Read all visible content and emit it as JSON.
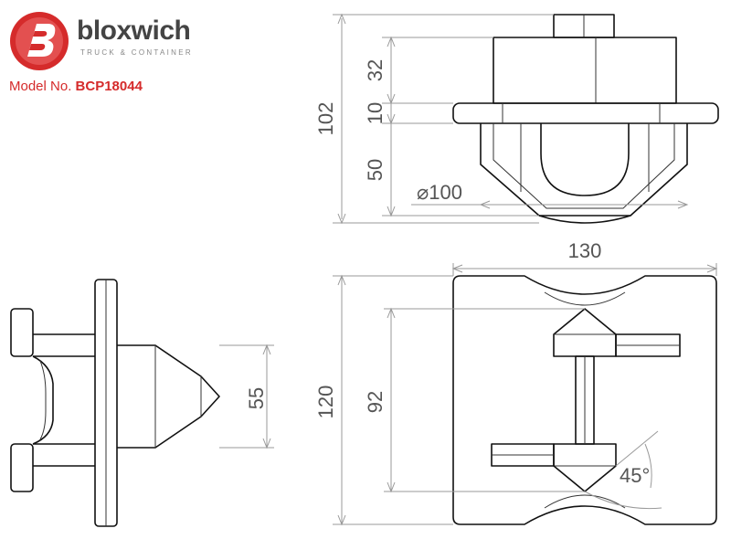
{
  "brand": {
    "name": "bloxwich",
    "tagline": "TRUCK & CONTAINER",
    "logo_color": "#d52b2b"
  },
  "model": {
    "label": "Model No.",
    "value": "BCP18044"
  },
  "colors": {
    "outline": "#111111",
    "dimension": "#9a9a9a",
    "dimension_text": "#555555",
    "accent": "#d52b2b"
  },
  "dimensions": {
    "flange_height": "32",
    "plate_thickness": "10",
    "overall_height": "102",
    "cone_height": "50",
    "cone_diameter": "⌀100",
    "plate_width": "130",
    "plate_length": "120",
    "inner_length": "92",
    "cone_width_side": "55",
    "arrow_angle": "45°"
  }
}
